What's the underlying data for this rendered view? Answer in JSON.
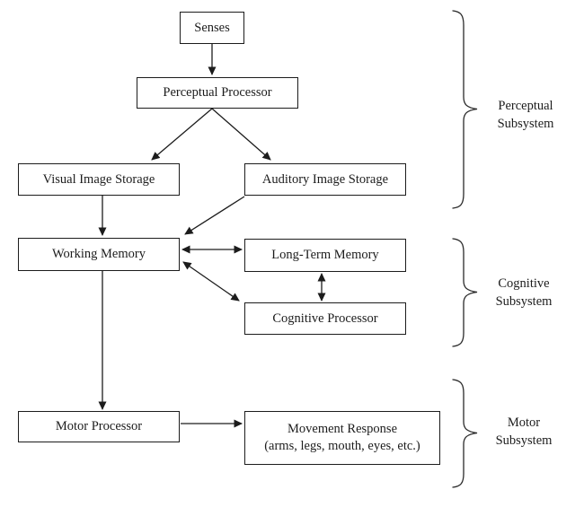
{
  "diagram": {
    "boxes": {
      "senses": {
        "label": "Senses"
      },
      "perceptual_processor": {
        "label": "Perceptual Processor"
      },
      "visual_image_storage": {
        "label": "Visual Image Storage"
      },
      "auditory_image_storage": {
        "label": "Auditory Image Storage"
      },
      "working_memory": {
        "label": "Working Memory"
      },
      "long_term_memory": {
        "label": "Long-Term Memory"
      },
      "cognitive_processor": {
        "label": "Cognitive Processor"
      },
      "motor_processor": {
        "label": "Motor Processor"
      },
      "movement_response": {
        "label": "Movement Response",
        "sublabel": "(arms, legs, mouth, eyes, etc.)"
      }
    },
    "groups": {
      "perceptual": {
        "line1": "Perceptual",
        "line2": "Subsystem"
      },
      "cognitive": {
        "line1": "Cognitive",
        "line2": "Subsystem"
      },
      "motor": {
        "line1": "Motor",
        "line2": "Subsystem"
      }
    },
    "connections": [
      {
        "from": "Senses",
        "to": "Perceptual Processor",
        "type": "one-way"
      },
      {
        "from": "Perceptual Processor",
        "to": "Visual Image Storage",
        "type": "one-way"
      },
      {
        "from": "Perceptual Processor",
        "to": "Auditory Image Storage",
        "type": "one-way"
      },
      {
        "from": "Visual Image Storage",
        "to": "Working Memory",
        "type": "one-way"
      },
      {
        "from": "Auditory Image Storage",
        "to": "Working Memory",
        "type": "one-way"
      },
      {
        "from": "Working Memory",
        "to": "Long-Term Memory",
        "type": "two-way"
      },
      {
        "from": "Working Memory",
        "to": "Cognitive Processor",
        "type": "two-way"
      },
      {
        "from": "Long-Term Memory",
        "to": "Cognitive Processor",
        "type": "two-way"
      },
      {
        "from": "Working Memory",
        "to": "Motor Processor",
        "type": "one-way"
      },
      {
        "from": "Motor Processor",
        "to": "Movement Response",
        "type": "one-way"
      }
    ],
    "colors": {
      "line": "#1c1c1c",
      "box_border": "#1c1c1c",
      "text": "#1c1c1c",
      "background": "#ffffff"
    }
  }
}
